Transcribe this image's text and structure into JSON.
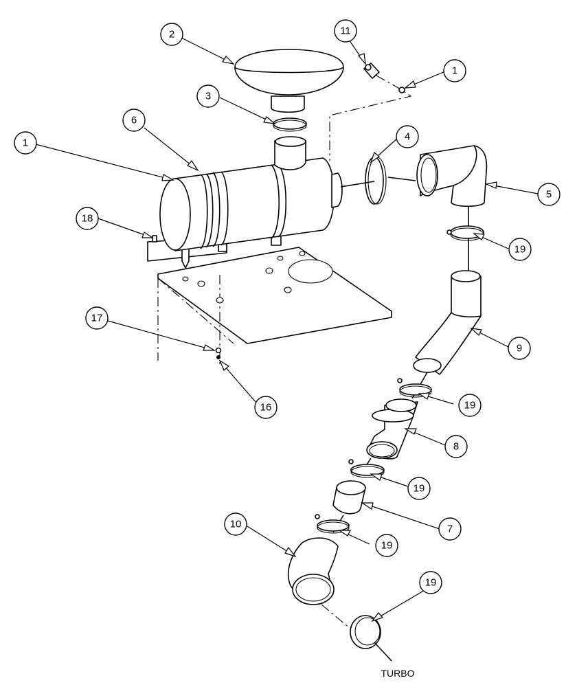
{
  "callouts": [
    {
      "id": "callout-2",
      "label": "2"
    },
    {
      "id": "callout-11",
      "label": "11"
    },
    {
      "id": "callout-1-top",
      "label": "1"
    },
    {
      "id": "callout-3",
      "label": "3"
    },
    {
      "id": "callout-6",
      "label": "6"
    },
    {
      "id": "callout-1-left",
      "label": "1"
    },
    {
      "id": "callout-4",
      "label": "4"
    },
    {
      "id": "callout-5",
      "label": "5"
    },
    {
      "id": "callout-18",
      "label": "18"
    },
    {
      "id": "callout-19-a",
      "label": "19"
    },
    {
      "id": "callout-17",
      "label": "17"
    },
    {
      "id": "callout-9",
      "label": "9"
    },
    {
      "id": "callout-16",
      "label": "16"
    },
    {
      "id": "callout-19-b",
      "label": "19"
    },
    {
      "id": "callout-8",
      "label": "8"
    },
    {
      "id": "callout-19-c",
      "label": "19"
    },
    {
      "id": "callout-7",
      "label": "7"
    },
    {
      "id": "callout-10",
      "label": "10"
    },
    {
      "id": "callout-19-d",
      "label": "19"
    },
    {
      "id": "callout-19-e",
      "label": "19"
    }
  ],
  "notes": {
    "turbo": "TURBO"
  }
}
